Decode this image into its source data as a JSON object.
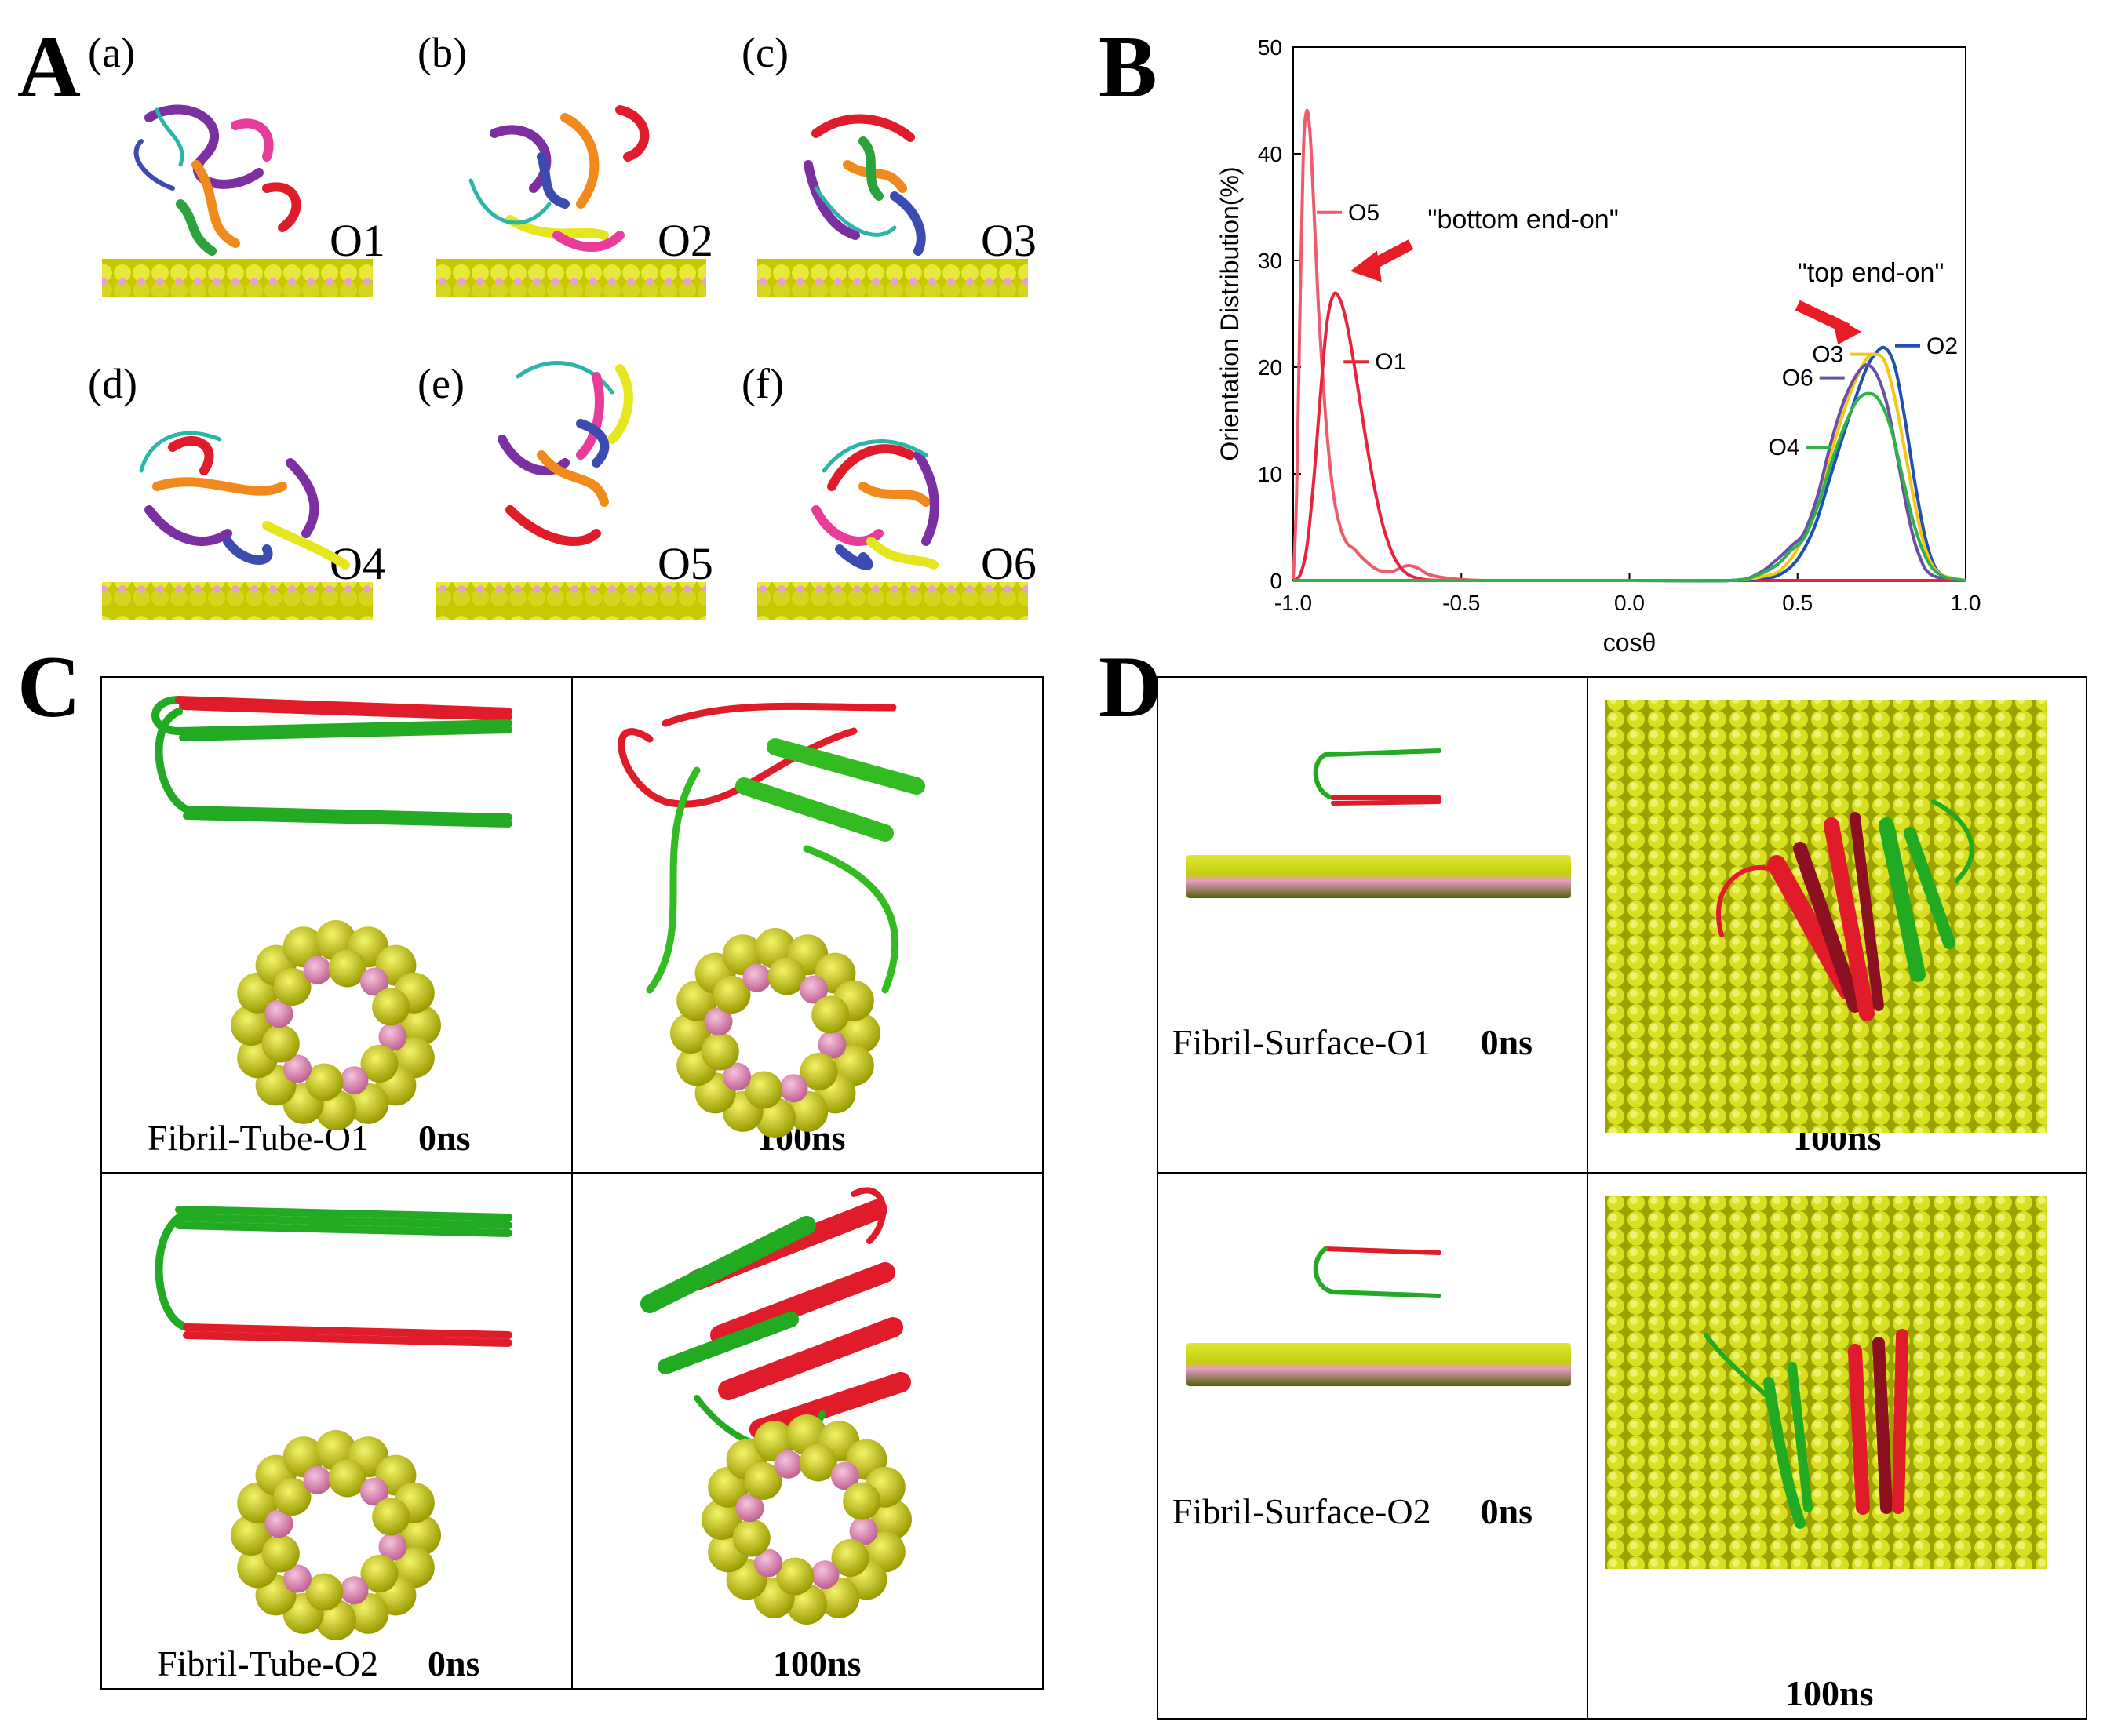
{
  "panels": {
    "A": {
      "letter": "A",
      "items": [
        {
          "sub": "(a)",
          "name": "O1"
        },
        {
          "sub": "(b)",
          "name": "O2"
        },
        {
          "sub": "(c)",
          "name": "O3"
        },
        {
          "sub": "(d)",
          "name": "O4"
        },
        {
          "sub": "(e)",
          "name": "O5"
        },
        {
          "sub": "(f)",
          "name": "O6"
        }
      ]
    },
    "B": {
      "letter": "B"
    },
    "C": {
      "letter": "C",
      "row1_caption": "Fibril-Tube-O1",
      "row1_time0": "0ns",
      "row1_time1": "100ns",
      "row2_caption": "Fibril-Tube-O2",
      "row2_time0": "0ns",
      "row2_time1": "100ns"
    },
    "D": {
      "letter": "D",
      "row1_caption": "Fibril-Surface-O1",
      "row1_time0": "0ns",
      "row1_time1": "100ns",
      "row2_caption": "Fibril-Surface-O2",
      "row2_time0": "0ns",
      "row2_time1": "100ns"
    }
  },
  "chart_data": {
    "type": "line",
    "title": "",
    "xlabel": "cosθ",
    "ylabel": "Orientation Distribution(%)",
    "xlim": [
      -1.0,
      1.0
    ],
    "ylim": [
      0,
      50
    ],
    "xticks": [
      "-1.0",
      "-0.5",
      "0.0",
      "0.5",
      "1.0"
    ],
    "yticks": [
      "0",
      "10",
      "20",
      "30",
      "40",
      "50"
    ],
    "grid": false,
    "annotations": [
      {
        "text": "\"bottom end-on\"",
        "x": -0.6,
        "y": 33
      },
      {
        "text": "\"top end-on\"",
        "x": 0.5,
        "y": 28
      }
    ],
    "series": [
      {
        "name": "O5",
        "color": "#f05a6e",
        "x": [
          -1.0,
          -0.99,
          -0.98,
          -0.97,
          -0.96,
          -0.95,
          -0.94,
          -0.93,
          -0.92,
          -0.9,
          -0.88,
          -0.86,
          -0.84,
          -0.82,
          -0.8,
          -0.78,
          -0.76,
          -0.74,
          -0.72,
          -0.7,
          -0.68,
          -0.66,
          -0.64,
          -0.62,
          -0.6,
          -0.56,
          -0.5,
          -0.4,
          0.0,
          0.5,
          1.0
        ],
        "y": [
          0,
          8,
          25,
          40,
          44,
          42,
          36,
          29,
          23,
          14,
          8,
          5,
          3.5,
          3,
          2.3,
          1.7,
          1.2,
          0.9,
          0.8,
          0.9,
          1.2,
          1.4,
          1.3,
          1.0,
          0.6,
          0.3,
          0.1,
          0,
          0,
          0,
          0
        ]
      },
      {
        "name": "O1",
        "color": "#e8243c",
        "x": [
          -1.0,
          -0.98,
          -0.96,
          -0.94,
          -0.92,
          -0.9,
          -0.88,
          -0.86,
          -0.84,
          -0.82,
          -0.8,
          -0.78,
          -0.76,
          -0.74,
          -0.72,
          -0.7,
          -0.68,
          -0.66,
          -0.64,
          -0.62,
          -0.6,
          -0.55,
          -0.5,
          0.0,
          0.5,
          1.0
        ],
        "y": [
          0,
          0.5,
          3,
          9,
          17,
          24,
          26.8,
          26.3,
          24,
          20.5,
          16.5,
          12.5,
          9,
          6,
          3.8,
          2.2,
          1.2,
          0.6,
          0.3,
          0.15,
          0.05,
          0,
          0,
          0,
          0,
          0
        ]
      },
      {
        "name": "O2",
        "color": "#1f4fb4",
        "x": [
          -1.0,
          0.0,
          0.3,
          0.4,
          0.45,
          0.5,
          0.55,
          0.6,
          0.65,
          0.7,
          0.73,
          0.76,
          0.79,
          0.82,
          0.85,
          0.88,
          0.91,
          0.95,
          1.0
        ],
        "y": [
          0,
          0,
          0,
          0.2,
          0.6,
          2,
          5,
          10,
          15,
          19.5,
          21.2,
          21.8,
          20,
          15,
          9,
          4,
          1.2,
          0.2,
          0
        ]
      },
      {
        "name": "O3",
        "color": "#f5c518",
        "x": [
          -1.0,
          0.0,
          0.3,
          0.4,
          0.45,
          0.5,
          0.55,
          0.6,
          0.65,
          0.7,
          0.73,
          0.76,
          0.79,
          0.82,
          0.85,
          0.88,
          0.92,
          1.0
        ],
        "y": [
          0,
          0,
          0,
          0.4,
          1,
          3,
          7,
          12,
          17,
          20.5,
          21.2,
          20.5,
          17,
          12,
          7,
          3,
          0.7,
          0
        ]
      },
      {
        "name": "O6",
        "color": "#6a4fa8",
        "x": [
          -1.0,
          0.0,
          0.3,
          0.38,
          0.44,
          0.48,
          0.52,
          0.56,
          0.6,
          0.64,
          0.68,
          0.71,
          0.74,
          0.77,
          0.8,
          0.83,
          0.86,
          0.9,
          1.0
        ],
        "y": [
          0,
          0,
          0,
          0.6,
          2,
          3.2,
          4.5,
          8,
          13,
          17,
          19.5,
          20.2,
          19,
          16,
          11,
          6,
          2.5,
          0.5,
          0
        ]
      },
      {
        "name": "O4",
        "color": "#2db34a",
        "x": [
          -1.0,
          0.0,
          0.3,
          0.38,
          0.44,
          0.48,
          0.52,
          0.56,
          0.6,
          0.64,
          0.68,
          0.72,
          0.75,
          0.78,
          0.81,
          0.84,
          0.87,
          0.9,
          0.94,
          1.0
        ],
        "y": [
          0,
          0,
          0,
          0.5,
          1.5,
          2.8,
          4,
          7,
          11,
          14.5,
          17,
          17.5,
          16.5,
          14,
          10,
          6,
          3,
          1.2,
          0.3,
          0
        ]
      }
    ]
  }
}
